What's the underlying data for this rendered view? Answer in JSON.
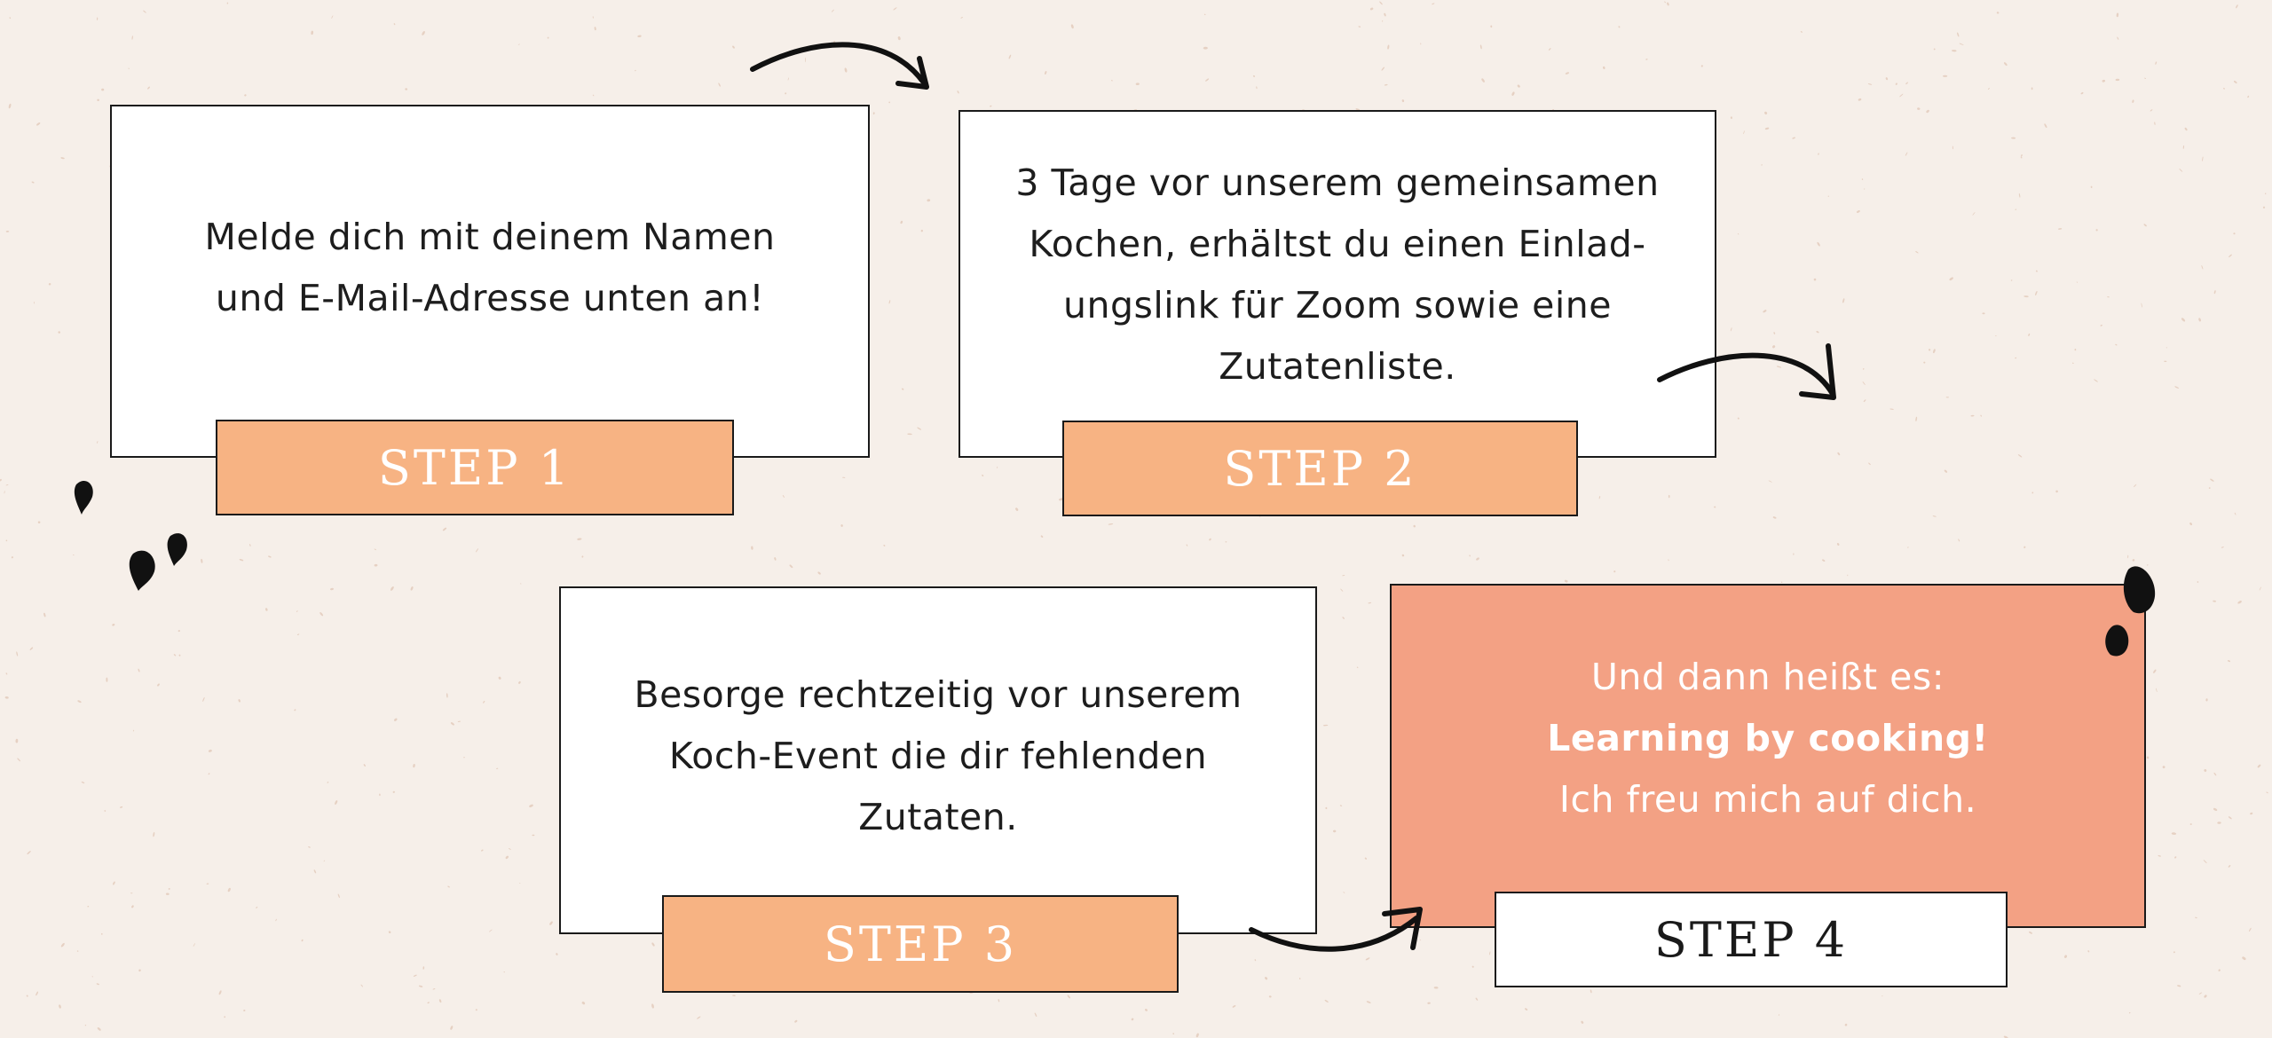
{
  "steps": [
    {
      "lines": [
        "Melde dich mit deinem Namen",
        "und E-Mail-Adresse unten an!"
      ],
      "label": "STEP 1"
    },
    {
      "lines": [
        "3 Tage vor unserem gemeinsamen",
        "Kochen, erhältst du einen Einlad-",
        "ungslink für Zoom sowie eine",
        "Zutatenliste."
      ],
      "label": "STEP 2"
    },
    {
      "lines": [
        "Besorge rechtzeitig vor unserem",
        "Koch-Event die dir fehlenden",
        "Zutaten."
      ],
      "label": "STEP 3"
    },
    {
      "lines": [
        "Und dann heißt es:",
        "Learning by cooking!",
        "Ich freu mich auf dich."
      ],
      "label": "STEP 4"
    }
  ],
  "colors": {
    "background": "#f6efe9",
    "card": "#ffffff",
    "step_tag": "#f7b383",
    "highlight_card": "#f3a184",
    "border": "#1a1a1a"
  },
  "icons": [
    "curved-arrow-icon",
    "leaf-drop-icon"
  ]
}
